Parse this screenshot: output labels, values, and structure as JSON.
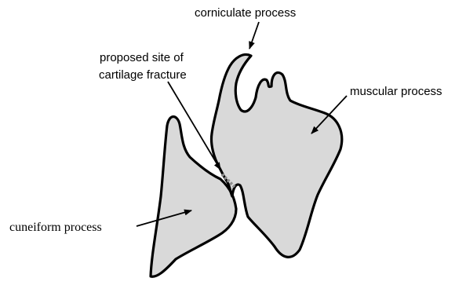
{
  "diagram": {
    "labels": {
      "corniculate": "corniculate process",
      "fracture_line1": "proposed site of",
      "fracture_line2": "cartilage fracture",
      "muscular": "muscular process",
      "cuneiform": "cuneiform process"
    },
    "colors": {
      "cartilage_fill": "#d9d9d9",
      "outline": "#000000",
      "fracture_line": "#8c8c8c"
    }
  }
}
